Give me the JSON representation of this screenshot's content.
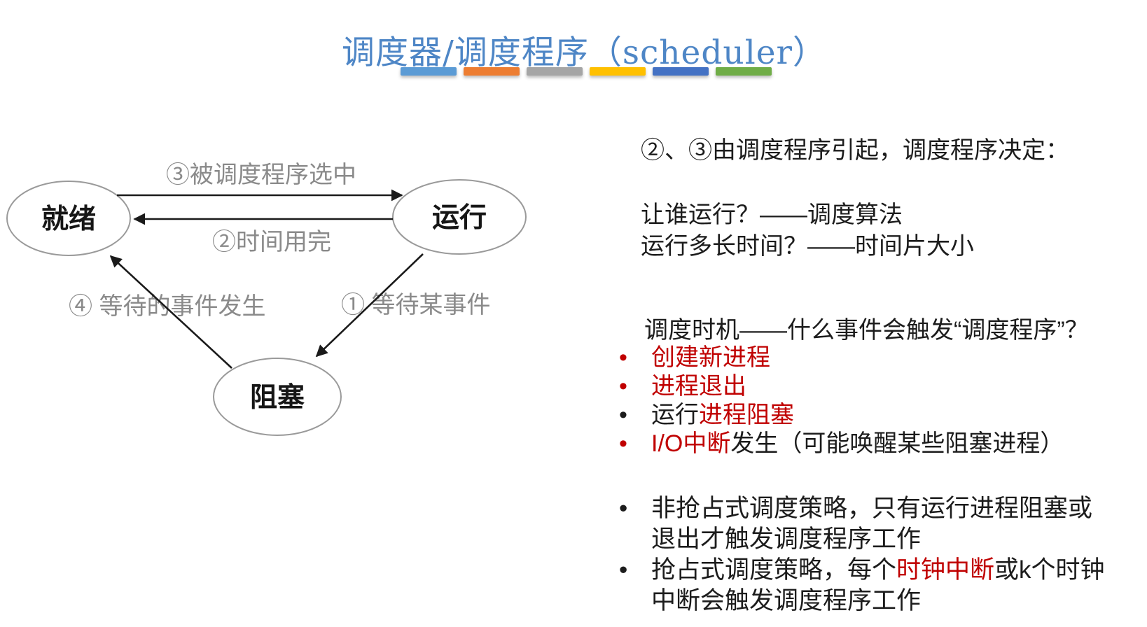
{
  "title": {
    "text": "调度器/调度程序（scheduler）",
    "color": "#4E86C6"
  },
  "underline_bars": [
    "#5B9BD5",
    "#ED7D31",
    "#A5A5A5",
    "#FFC000",
    "#4472C4",
    "#70AD47"
  ],
  "diagram": {
    "states": [
      {
        "id": "ready",
        "label": "就绪"
      },
      {
        "id": "running",
        "label": "运行"
      },
      {
        "id": "blocked",
        "label": "阻塞"
      }
    ],
    "transitions": [
      {
        "num": "3",
        "label": "③被调度程序选中",
        "from": "ready",
        "to": "running"
      },
      {
        "num": "2",
        "label": "②时间用完",
        "from": "running",
        "to": "ready"
      },
      {
        "num": "1",
        "label": "① 等待某事件",
        "from": "running",
        "to": "blocked"
      },
      {
        "num": "4",
        "label": "④ 等待的事件发生",
        "from": "blocked",
        "to": "ready"
      }
    ]
  },
  "colors": {
    "red": "#C00000",
    "black": "#1c1c1c",
    "gray_label": "#8a8a8a"
  },
  "notes": {
    "intro": "②、③由调度程序引起，调度程序决定：",
    "q1": "让谁运行？——调度算法",
    "q2": "运行多长时间？——时间片大小",
    "timing_heading": "调度时机——什么事件会触发“调度程序”？",
    "timing_bullets": [
      {
        "dot": "#C00000",
        "segments": [
          {
            "text": "创建新进程",
            "color": "#C00000"
          }
        ]
      },
      {
        "dot": "#C00000",
        "segments": [
          {
            "text": "进程退出",
            "color": "#C00000"
          }
        ]
      },
      {
        "dot": "#1c1c1c",
        "segments": [
          {
            "text": "运行",
            "color": "#1c1c1c"
          },
          {
            "text": "进程阻塞",
            "color": "#C00000"
          }
        ]
      },
      {
        "dot": "#C00000",
        "segments": [
          {
            "text": "I/O中断",
            "color": "#C00000"
          },
          {
            "text": "发生（可能唤醒某些阻塞进程）",
            "color": "#1c1c1c"
          }
        ]
      }
    ],
    "policy_bullets": [
      {
        "dot": "#1c1c1c",
        "lines": [
          [
            {
              "text": "非抢占式调度策略，只有运行进程阻塞或",
              "color": "#1c1c1c"
            }
          ],
          [
            {
              "text": "退出才触发调度程序工作",
              "color": "#1c1c1c"
            }
          ]
        ]
      },
      {
        "dot": "#1c1c1c",
        "lines": [
          [
            {
              "text": "抢占式调度策略，每个",
              "color": "#1c1c1c"
            },
            {
              "text": "时钟中断",
              "color": "#C00000"
            },
            {
              "text": "或k个时钟",
              "color": "#1c1c1c"
            }
          ],
          [
            {
              "text": "中断会触发调度程序工作",
              "color": "#1c1c1c"
            }
          ]
        ]
      }
    ]
  }
}
